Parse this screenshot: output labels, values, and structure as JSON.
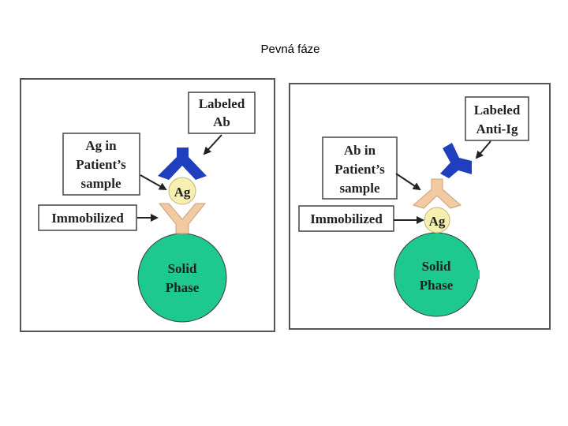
{
  "title": "Pevná fáze",
  "colors": {
    "panel_border": "#555555",
    "antibody_blue": "#1f3fbf",
    "capture_beige": "#f2c9a0",
    "antigen_yellow": "#f6efb0",
    "solid_phase_green": "#1ec990",
    "arrow": "#222222"
  },
  "left_panel": {
    "labeled_ab": [
      "Labeled",
      "Ab"
    ],
    "sample_label": [
      "Ag in",
      "Patient’s",
      "sample"
    ],
    "immobilized": "Immobilized",
    "antigen": "Ag",
    "solid_phase": [
      "Solid",
      "Phase"
    ]
  },
  "right_panel": {
    "labeled_anti_ig": [
      "Labeled",
      "Anti-Ig"
    ],
    "sample_label": [
      "Ab in",
      "Patient’s",
      "sample"
    ],
    "immobilized": "Immobilized",
    "antigen": "Ag",
    "solid_phase": [
      "Solid",
      "Phase"
    ]
  }
}
